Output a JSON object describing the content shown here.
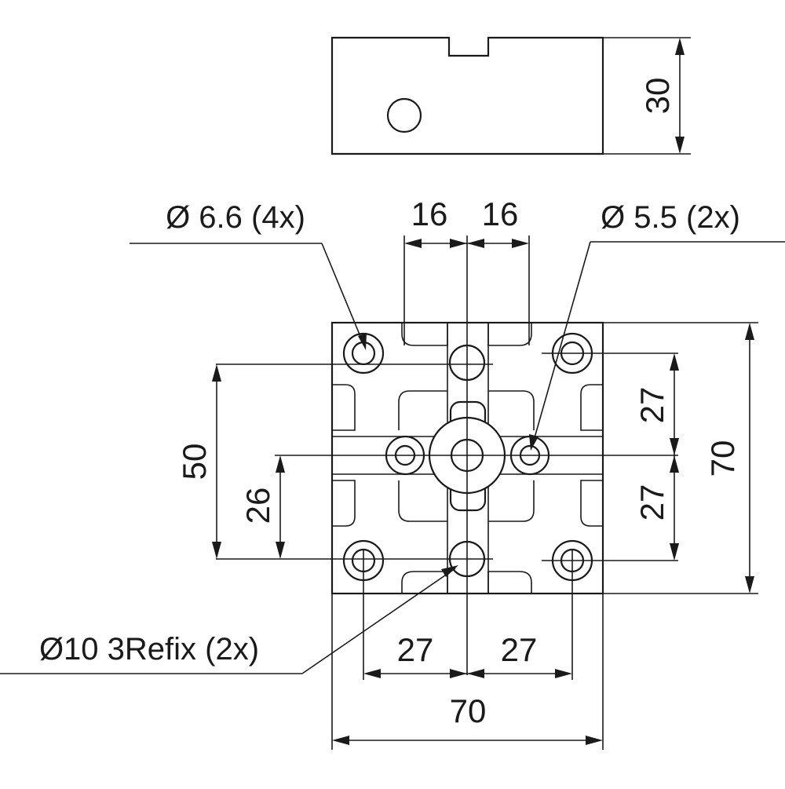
{
  "drawing": {
    "side_view": {
      "height_dim": "30"
    },
    "top_view": {
      "dims": {
        "width_bottom": "70",
        "height_right": "70",
        "hole_spacing_left": "27",
        "hole_spacing_right": "27",
        "vertical_upper": "27",
        "vertical_lower": "27",
        "slot_left": "16",
        "slot_right": "16",
        "pitch_left_outer": "50",
        "pitch_left_inner": "26"
      },
      "callouts": {
        "mount_holes": "Ø 6.6 (4x)",
        "small_holes": "Ø 5.5 (2x)",
        "refix_holes": "Ø10 3Refix (2x)"
      }
    }
  }
}
